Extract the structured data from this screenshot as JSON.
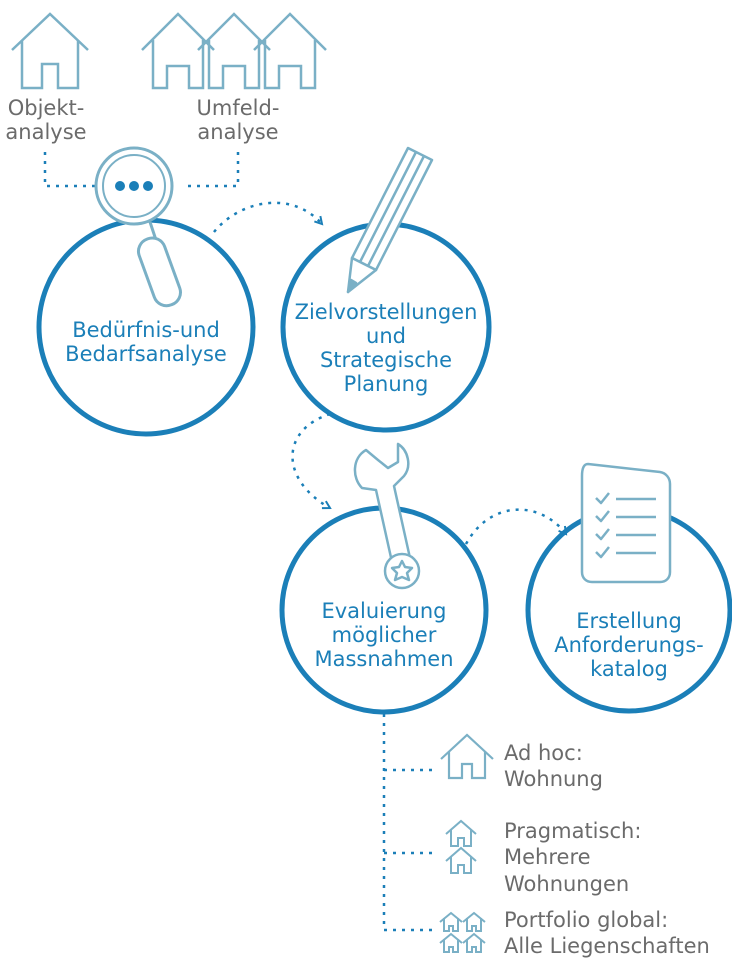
{
  "top": {
    "object_label": [
      "Objekt-",
      "analyse"
    ],
    "environment_label": [
      "Umfeld-",
      "analyse"
    ]
  },
  "steps": {
    "needs": [
      "Bedürfnis-und",
      "Bedarfsanalyse"
    ],
    "goals": [
      "Zielvorstellungen",
      "und",
      "Strategische",
      "Planung"
    ],
    "evaluation": [
      "Evaluierung",
      "möglicher",
      "Massnahmen"
    ],
    "catalog": [
      "Erstellung",
      "Anforderungs-",
      "katalog"
    ]
  },
  "scopes": [
    {
      "lines": [
        "Ad hoc:",
        "Wohnung"
      ],
      "icon": "single-house-icon"
    },
    {
      "lines": [
        "Pragmatisch:",
        "Mehrere",
        "Wohnungen"
      ],
      "icon": "two-houses-icon"
    },
    {
      "lines": [
        "Portfolio global:",
        "Alle Liegenschaften"
      ],
      "icon": "four-houses-icon"
    }
  ],
  "colors": {
    "blue": "#1b7fb8",
    "light_blue": "#7ab0c6",
    "gray_text": "#6b6b6b"
  }
}
